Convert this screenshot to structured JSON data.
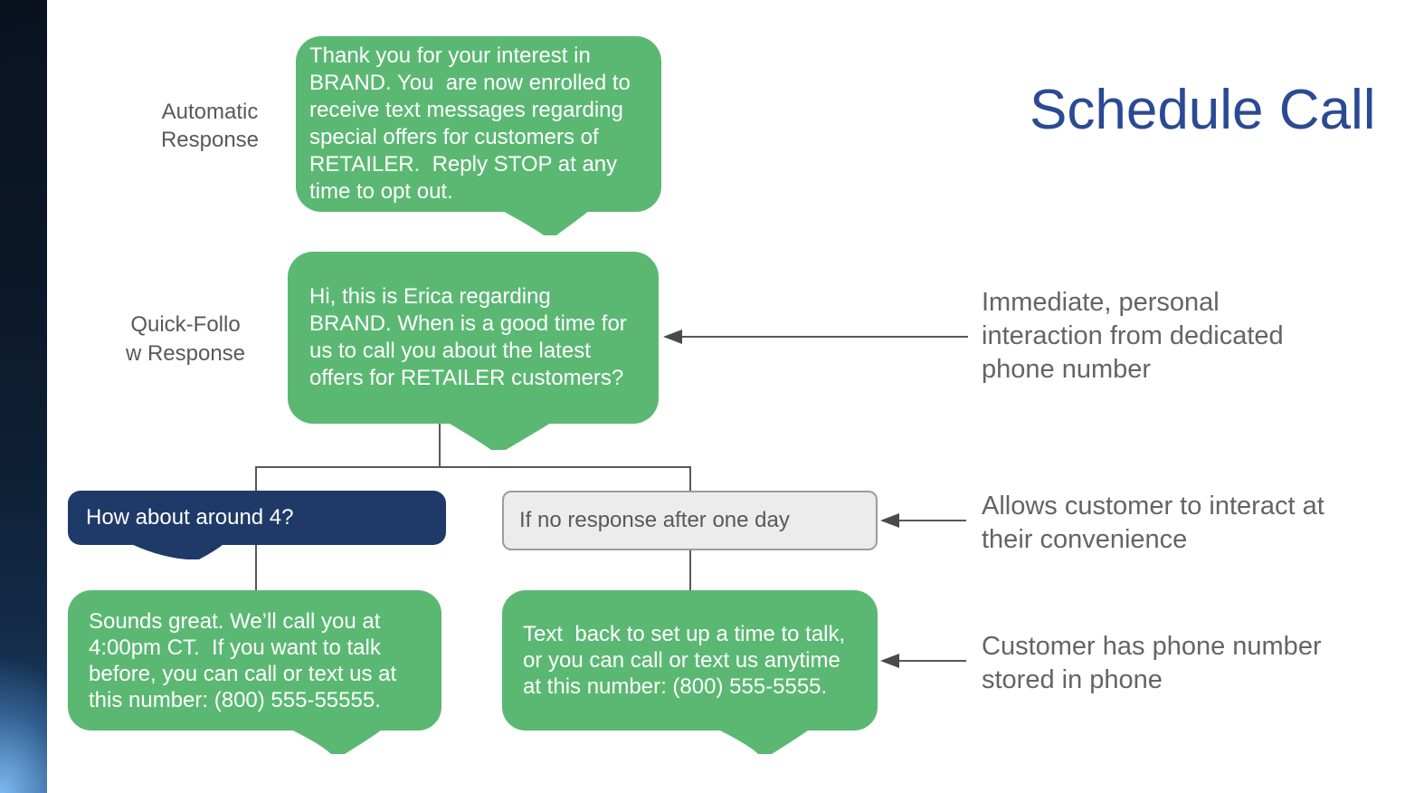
{
  "title": {
    "text": "Schedule Call"
  },
  "labels": {
    "automatic": "Automatic\nResponse",
    "quick_follow": "Quick-Follo\nw Response"
  },
  "bubbles": {
    "auto_response": "Thank you for your interest in\nBRAND. You  are now enrolled to\nreceive text messages regarding\nspecial offers for customers of\nRETAILER.  Reply STOP at any\ntime to opt out.",
    "quick_follow_response": "Hi, this is Erica regarding\nBRAND. When is a good time for\nus to call you about the latest\noffers for RETAILER customers?",
    "customer_reply": "How about around 4?",
    "no_response_condition": "If no response after one day",
    "scheduled_confirmation": "Sounds great. We’ll call you at\n4:00pm CT.  If you want to talk\nbefore, you can call or text us at\nthis number: (800) 555-55555.",
    "day_later_followup": "Text  back to set up a time to talk,\nor you can call or text us anytime\nat this number: (800) 555-5555."
  },
  "annotations": [
    {
      "text": "Immediate, personal\ninteraction from dedicated\nphone number"
    },
    {
      "text": "Allows customer to interact at\ntheir convenience"
    },
    {
      "text": "Customer has phone number\nstored in phone"
    }
  ],
  "colors": {
    "bubble_green": "#5bb873",
    "bubble_navy": "#1f3a68",
    "condition_fill": "#ececec",
    "condition_border": "#9c9c9c",
    "annotation_gray": "#646464",
    "label_gray": "#595959",
    "connector_gray": "#58585a",
    "title_blue": "#2a4a94"
  }
}
